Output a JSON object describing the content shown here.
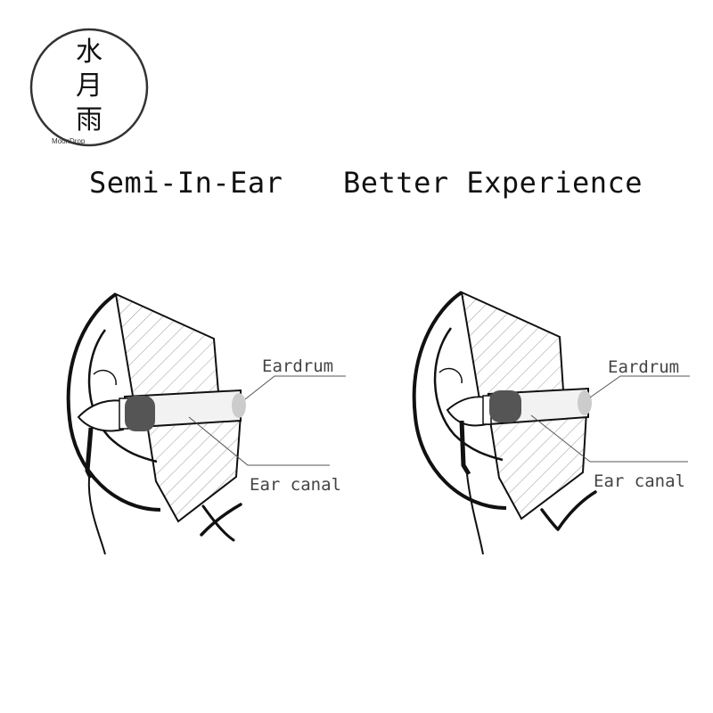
{
  "logo": {
    "chars": [
      "水",
      "月",
      "雨"
    ],
    "brand": "MoonDrop"
  },
  "headline": {
    "left": "Semi-In-Ear",
    "right": "Better Experience"
  },
  "diagrams": [
    {
      "eardrum_label": "Eardrum",
      "canal_label": "Ear canal",
      "verdict": "wrong",
      "verdict_icon": "cross-icon"
    },
    {
      "eardrum_label": "Eardrum",
      "canal_label": "Ear canal",
      "verdict": "correct",
      "verdict_icon": "check-icon"
    }
  ],
  "colors": {
    "ink": "#111111",
    "hatch": "#9a9a9a",
    "shade": "#f2f2f2",
    "eartip": "#555555",
    "eardrum": "#cccccc"
  }
}
